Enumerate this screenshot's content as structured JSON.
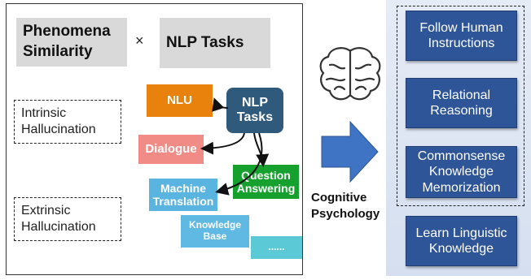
{
  "left": {
    "phenomena": "Phenomena\nSimilarity",
    "times": "×",
    "nlp_tasks_header": "NLP Tasks",
    "intrinsic": "Intrinsic\nHallucination",
    "extrinsic": "Extrinsic\nHallucination",
    "nodes": {
      "center": "NLP\nTasks",
      "nlu": "NLU",
      "dialogue": "Dialogue",
      "qa": "Question\nAnswering",
      "mt": "Machine\nTranslation",
      "kb": "Knowledge\nBase",
      "more": "......"
    }
  },
  "middle": {
    "icon": "brain-icon",
    "label": "Cognitive\nPsychology"
  },
  "right": {
    "items": [
      "Follow Human\nInstructions",
      "Relational\nReasoning",
      "Commonsense\nKnowledge\nMemorization",
      "Learn Linguistic\nKnowledge"
    ]
  },
  "colors": {
    "nlu": "#e8820c",
    "center": "#2f5a7c",
    "dialogue": "#f08b86",
    "qa": "#16a02e",
    "mt": "#5ab4e0",
    "kb": "#5fb9e3",
    "more": "#5bc9d6",
    "arrow": "#3f74c5",
    "rightbox": "#2e5597"
  }
}
